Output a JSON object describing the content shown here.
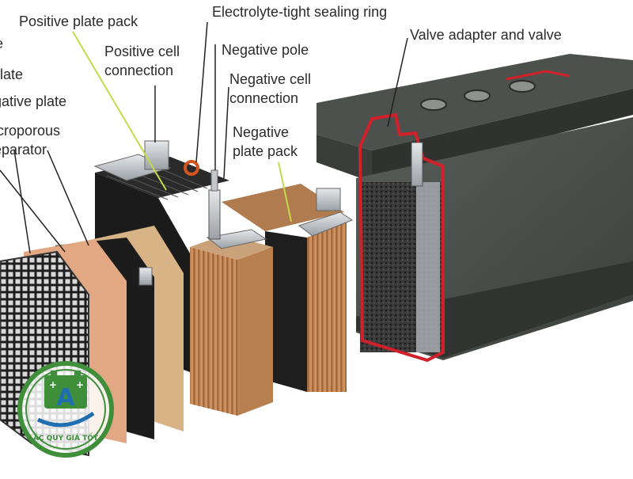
{
  "labels": {
    "sealing_ring": "Electrolyte-tight sealing ring",
    "positive_plate_pack": "Positive plate pack",
    "valve": "Valve adapter and valve",
    "positive_cell_connection_1": "Positive cell",
    "positive_cell_connection_2": "connection",
    "negative_pole": "Negative pole",
    "negative_cell_connection_1": "Negative cell",
    "negative_cell_connection_2": "connection",
    "negative_plate_pack_1": "Negative",
    "negative_plate_pack_2": "plate pack",
    "cropped_e": "e",
    "cropped_plate": "plate",
    "cropped_negative_plate": "gative plate",
    "cropped_separator_1": "icroporous",
    "cropped_separator_2": "eparator"
  },
  "logo": {
    "text": "ẮC QUY GIÁ TỐT",
    "mark": "A",
    "plus_signs": [
      "+",
      "+"
    ]
  },
  "colors": {
    "casing": "#4a4e4a",
    "casing_dark": "#2f322f",
    "seal_red": "#d0202a",
    "wood": "#c98c5c",
    "logo_green": "#3f8f3a",
    "logo_blue": "#1f6fb0",
    "leader_line_green": "#c7d84a"
  }
}
